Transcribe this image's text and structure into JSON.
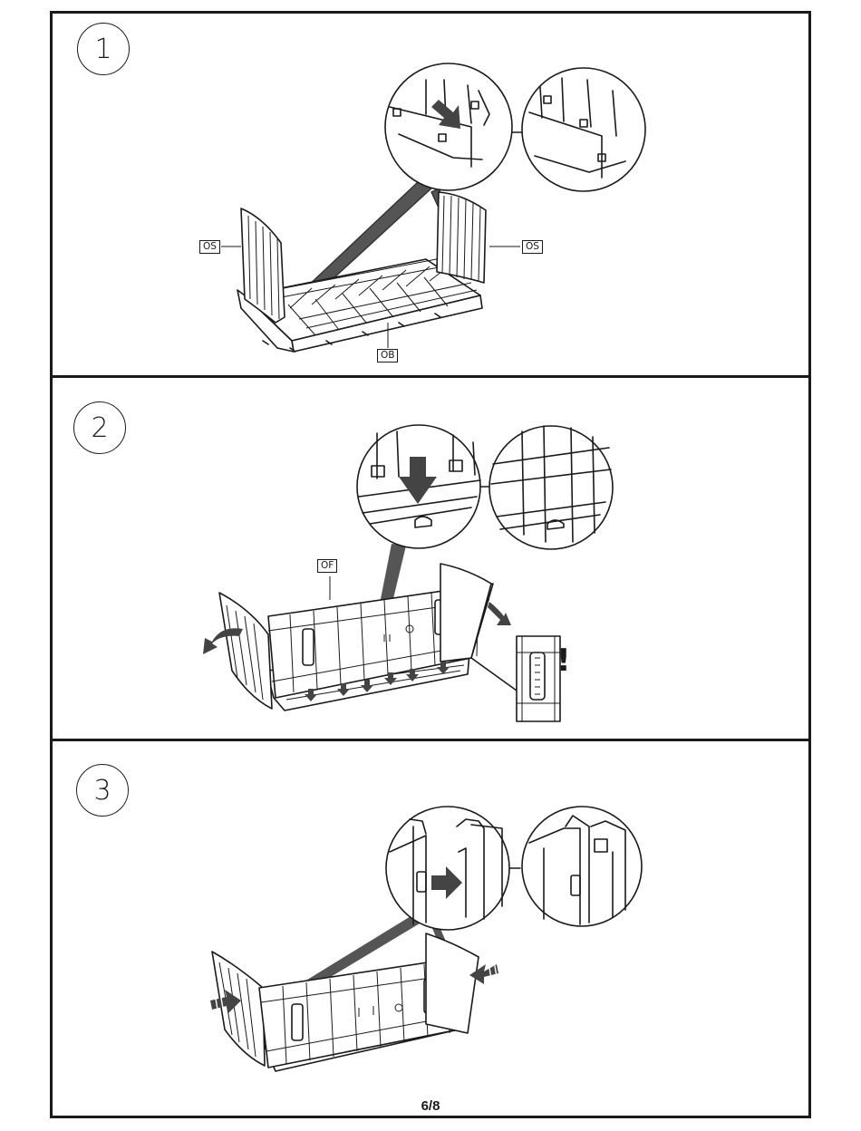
{
  "steps": [
    {
      "number": "1",
      "labels": {
        "os_left": "OS",
        "os_right": "OS",
        "ob": "OB"
      }
    },
    {
      "number": "2",
      "labels": {
        "of": "OF"
      },
      "warning_symbol": "!"
    },
    {
      "number": "3"
    }
  ],
  "footer": {
    "page_number": "6/8"
  },
  "icons": [
    "arrow-icon",
    "exclamation-icon",
    "detail-zoom-icon"
  ],
  "colors": {
    "line": "#1a1a1a",
    "arrow": "#444444",
    "background": "#ffffff"
  }
}
